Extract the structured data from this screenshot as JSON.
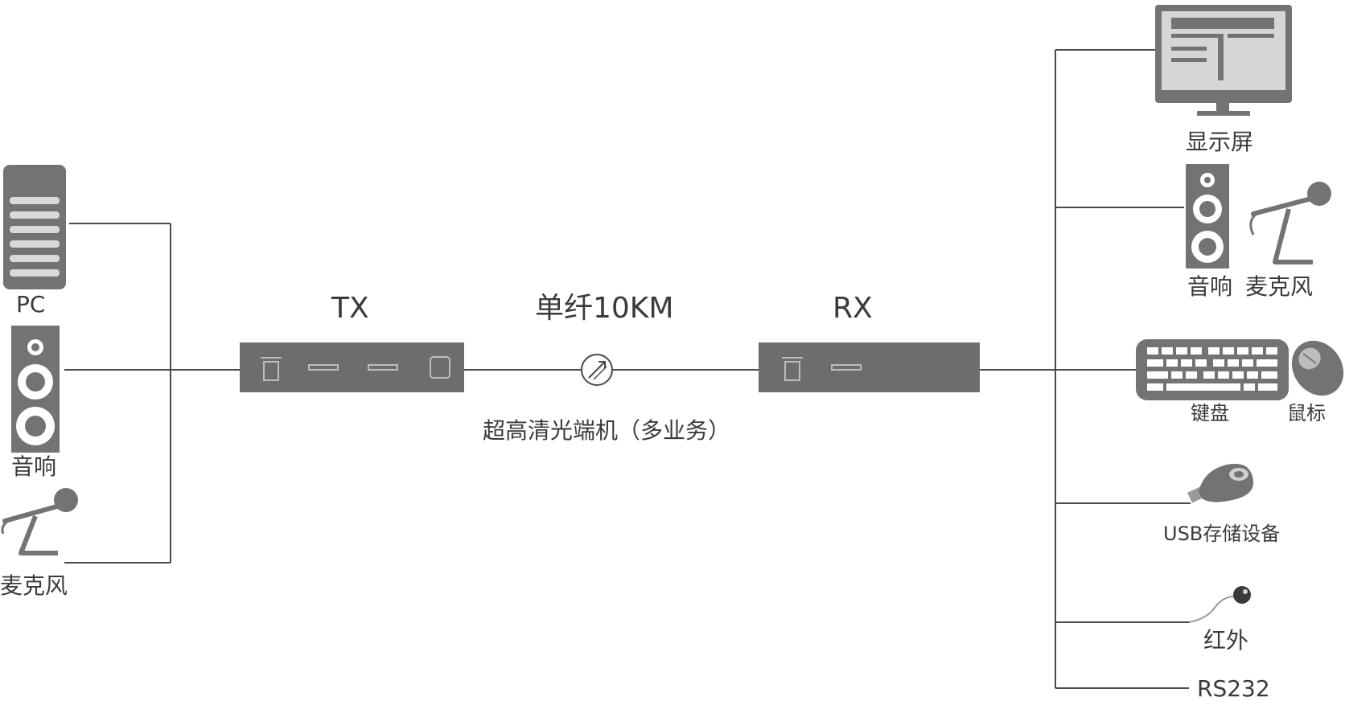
{
  "labels": {
    "pc": "PC",
    "speaker_left": "音响",
    "mic_left": "麦克风",
    "tx": "TX",
    "rx": "RX",
    "link": "单纤10KM",
    "caption": "超高清光端机（多业务）",
    "display": "显示屏",
    "speaker_right": "音响",
    "mic_right": "麦克风",
    "keyboard": "键盘",
    "mouse": "鼠标",
    "usb": "USB存储设备",
    "ir": "红外",
    "rs232": "RS232"
  },
  "icons": {
    "pc": "pc-tower-icon",
    "speaker": "speaker-icon",
    "mic": "microphone-icon",
    "fiber": "fiber-link-icon",
    "monitor": "monitor-icon",
    "keyboard": "keyboard-icon",
    "mouse": "mouse-icon",
    "usb": "usb-drive-icon",
    "ir": "ir-sensor-icon"
  },
  "colors": {
    "device": "#6d6d6d",
    "line": "#4a4a4a",
    "text": "#3a3a3a"
  }
}
